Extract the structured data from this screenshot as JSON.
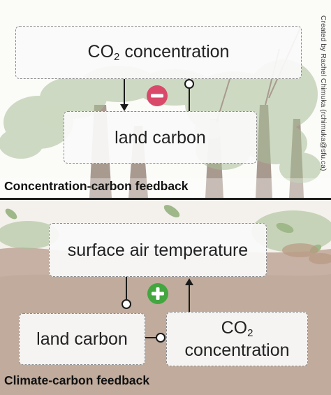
{
  "credit": "Created by Rachel Chimuka (rchimuka@sfu.ca)",
  "panels": {
    "concentration": {
      "caption": "Concentration-carbon feedback",
      "co2_box": {
        "label_main": "CO",
        "label_sub": "2",
        "label_rest": " concentration"
      },
      "land_box": {
        "label": "land carbon"
      },
      "sign": "−",
      "sign_meaning": "negative-feedback"
    },
    "climate": {
      "caption": "Climate-carbon feedback",
      "temp_box": {
        "label": "surface air temperature"
      },
      "land_box": {
        "label": "land carbon"
      },
      "co2_box": {
        "label_main": "CO",
        "label_sub": "2",
        "label_line2": "concentration"
      },
      "sign": "+",
      "sign_meaning": "positive-feedback"
    }
  },
  "colors": {
    "negative_sign": "#d94a6a",
    "positive_sign": "#43a63f",
    "ground": "#c9b5a8",
    "tree_trunk": "#a99a90",
    "foliage": "#a9bf97",
    "arrow": "#1a1a1a"
  }
}
